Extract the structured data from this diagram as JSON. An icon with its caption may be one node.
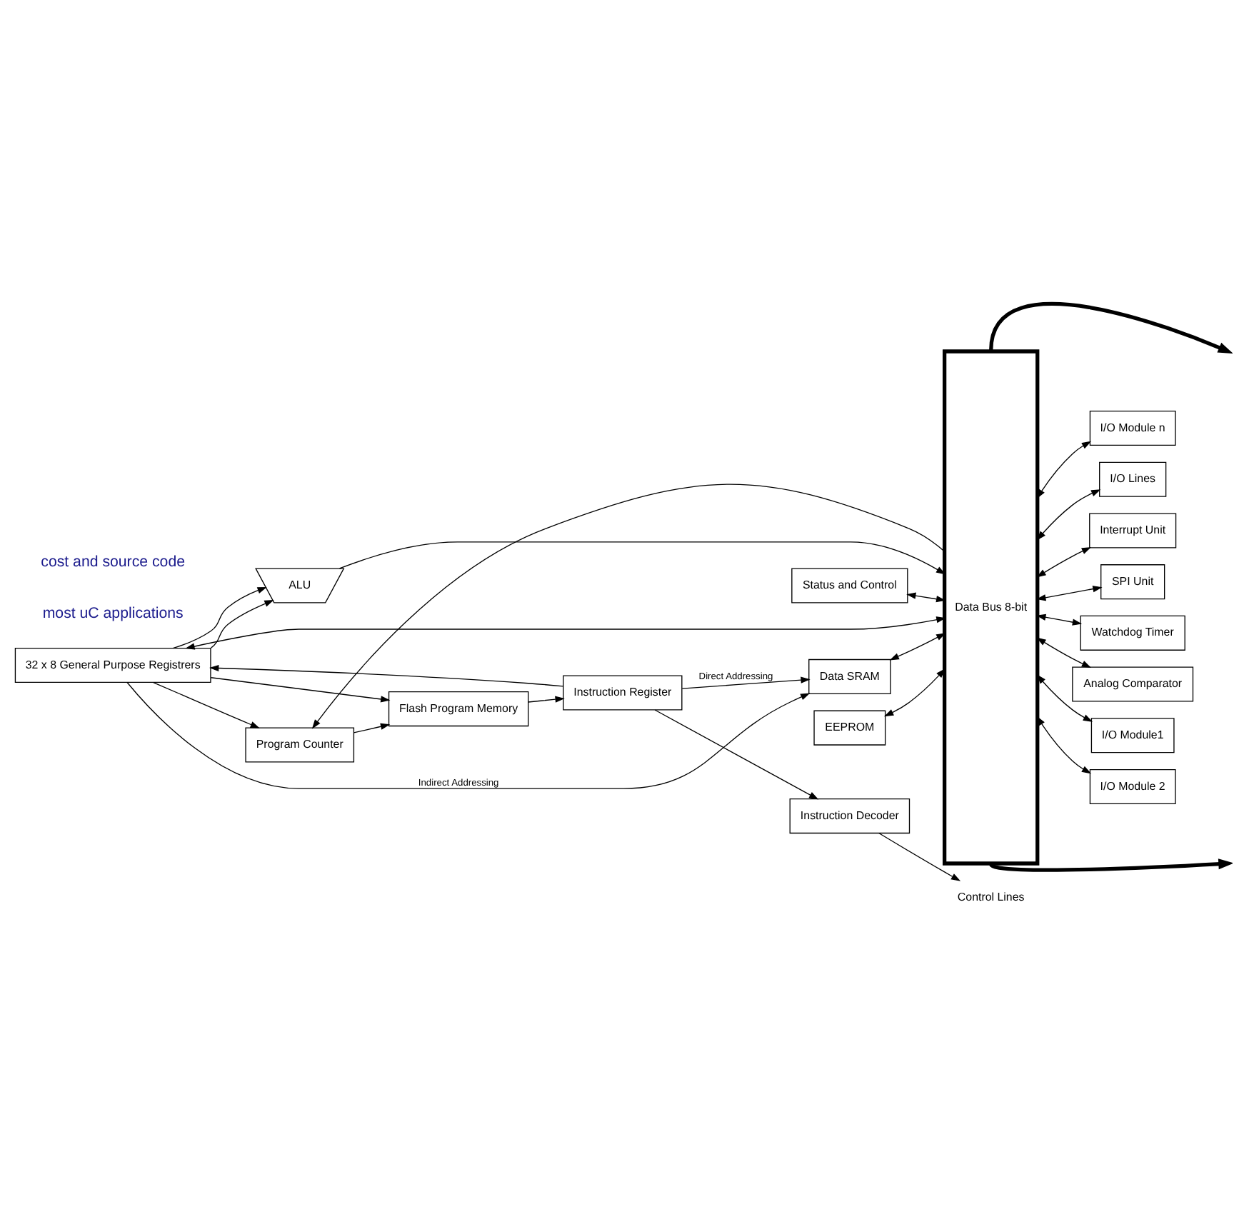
{
  "diagram": {
    "nodes": [
      {
        "text": [
          "Data Bus 8-bit"
        ]
      },
      {
        "text": [
          "Program Counter"
        ]
      },
      {
        "text": [
          "Flash Program Memory"
        ]
      },
      {
        "text": [
          "Status and Control"
        ]
      },
      {
        "text": [
          "Instruction Register"
        ]
      },
      {
        "text": [
          "32 x 8 General Purpose Registrers"
        ]
      },
      {
        "text": [
          "Interrupt Unit"
        ]
      },
      {
        "text": [
          "SPI Unit"
        ]
      },
      {
        "text": [
          "Instruction Decoder"
        ]
      },
      {
        "text": [
          "Watchdog Timer"
        ]
      },
      {
        "text": [
          "ALU"
        ]
      },
      {
        "text": [
          "Analog Comparator"
        ]
      },
      {
        "text": [
          "Control Lines"
        ]
      },
      {
        "text": [
          "I/O Module1"
        ]
      },
      {
        "text": [
          "Data SRAM"
        ]
      },
      {
        "text": [
          "I/O Module 2"
        ]
      },
      {
        "text": [
          "I/O Module n"
        ]
      },
      {
        "text": [
          "EEPROM"
        ]
      },
      {
        "text": [
          "I/O Lines"
        ]
      }
    ],
    "edges": [
      {
        "from": 0,
        "to": null,
        "arrow": "to",
        "style": "thick"
      },
      {
        "from": 0,
        "to": null,
        "arrow": "to",
        "style": "thick"
      },
      {
        "from": 0,
        "to": 1,
        "arrow": "to"
      },
      {
        "from": 1,
        "to": 2,
        "arrow": "to"
      },
      {
        "from": 5,
        "to": 1,
        "arrow": "to"
      },
      {
        "from": 5,
        "to": 2,
        "arrow": "to"
      },
      {
        "from": 5,
        "to": 14,
        "arrow": "to",
        "label": "Indirect Addressing"
      },
      {
        "from": 2,
        "to": 4,
        "arrow": "to"
      },
      {
        "from": 4,
        "to": 8,
        "arrow": "to"
      },
      {
        "from": 4,
        "to": 5,
        "arrow": "to"
      },
      {
        "from": 4,
        "to": 14,
        "arrow": "to",
        "label": "Direct Addressing"
      },
      {
        "from": 8,
        "to": 12,
        "arrow": "to"
      },
      {
        "from": 5,
        "to": 10,
        "arrow": "to"
      },
      {
        "from": 5,
        "to": 10,
        "arrow": "to"
      },
      {
        "from": 10,
        "to": 0,
        "arrow": "to"
      },
      {
        "from": 3,
        "to": 0,
        "arrow": "both"
      },
      {
        "from": 5,
        "to": 0,
        "arrow": "both"
      },
      {
        "from": 6,
        "to": 0,
        "arrow": "both"
      },
      {
        "from": 7,
        "to": 0,
        "arrow": "both"
      },
      {
        "from": 9,
        "to": 0,
        "arrow": "both"
      },
      {
        "from": 11,
        "to": 0,
        "arrow": "both"
      },
      {
        "from": 13,
        "to": 0,
        "arrow": "both"
      },
      {
        "from": 14,
        "to": 0,
        "arrow": "both"
      },
      {
        "from": 15,
        "to": 0,
        "arrow": "both"
      },
      {
        "from": 16,
        "to": 0,
        "arrow": "both"
      },
      {
        "from": 17,
        "to": 0,
        "arrow": "both"
      },
      {
        "from": 18,
        "to": 0,
        "arrow": "both"
      }
    ],
    "labels": [
      "most uC applications",
      "cost and source code"
    ]
  }
}
